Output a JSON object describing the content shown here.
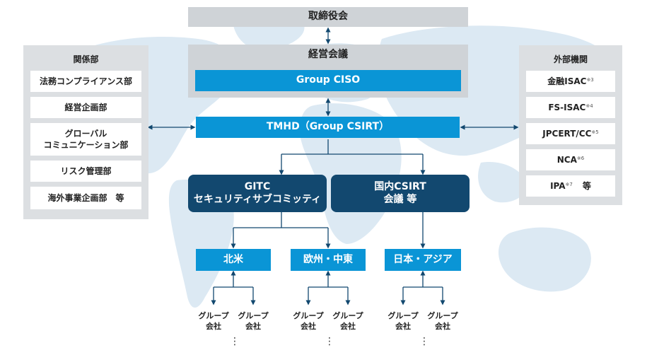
{
  "top": {
    "board": "取締役会",
    "management_meeting": "経営会議",
    "group_ciso": "Group CISO",
    "tmhd": "TMHD（Group CSIRT）"
  },
  "left_panel": {
    "title": "関係部",
    "items": [
      "法務コンプライアンス部",
      "経営企画部",
      "グローバル",
      "コミュニケーション部",
      "リスク管理部",
      "海外事業企画部　等"
    ]
  },
  "right_panel": {
    "title": "外部機関",
    "items": [
      {
        "label": "金融ISAC",
        "note": "※3"
      },
      {
        "label": "FS-ISAC",
        "note": "※4"
      },
      {
        "label": "JPCERT/CC",
        "note": "※5"
      },
      {
        "label": "NCA",
        "note": "※6"
      },
      {
        "label": "IPA",
        "note": "※7",
        "suffix": "等"
      }
    ]
  },
  "committees": {
    "gitc_line1": "GITC",
    "gitc_line2": "セキュリティサブコミッティ",
    "csirt_line1": "国内CSIRT",
    "csirt_line2": "会議 等"
  },
  "regions": [
    "北米",
    "欧州・中東",
    "日本・アジア"
  ],
  "group_company": {
    "line1": "グループ",
    "line2": "会社"
  },
  "ellipsis": "⋮"
}
